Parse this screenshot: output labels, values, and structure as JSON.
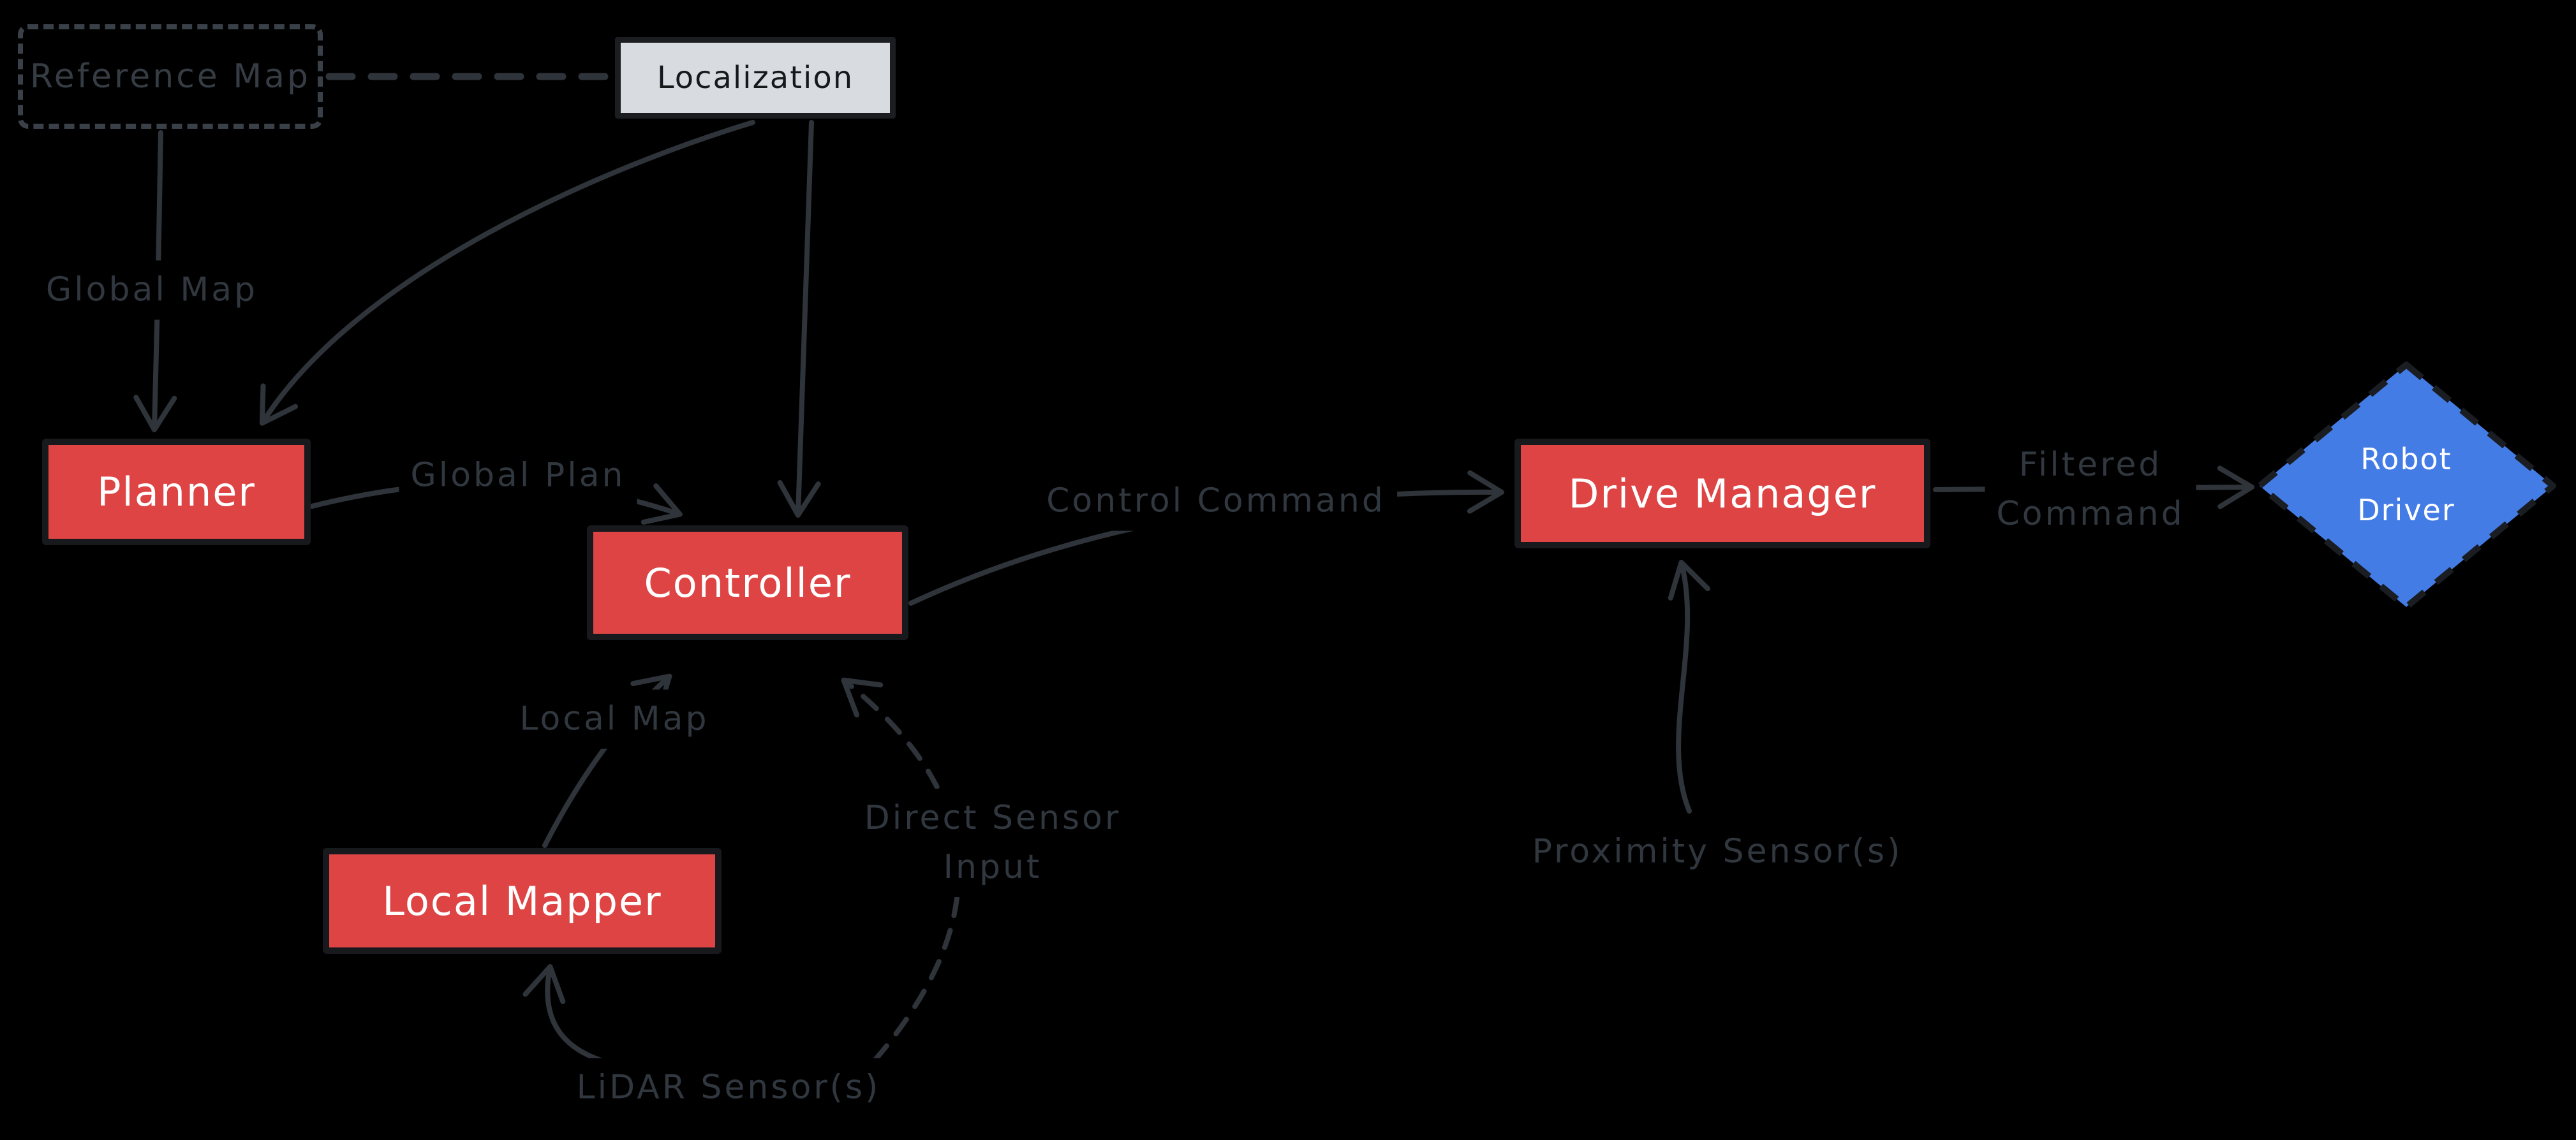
{
  "diagram": {
    "type": "flowchart",
    "theme": {
      "background": "#000000",
      "connector_color": "#2f343a",
      "edge_label_color": "#31373e",
      "node_red_fill": "#de4444",
      "node_red_text": "#ffffff",
      "node_light_fill": "#d8dce1",
      "node_light_text": "#17181a",
      "node_blue_fill": "#447ce6",
      "node_border_color": "#17191c",
      "ghost_node_color": "#3a4047"
    },
    "nodes": {
      "reference_map": {
        "label": "Reference Map",
        "shape": "rectangle",
        "style": "dashed-outline"
      },
      "localization": {
        "label": "Localization",
        "shape": "rectangle",
        "style": "light-solid"
      },
      "planner": {
        "label": "Planner",
        "shape": "rectangle",
        "style": "red-solid"
      },
      "controller": {
        "label": "Controller",
        "shape": "rectangle",
        "style": "red-solid"
      },
      "local_mapper": {
        "label": "Local Mapper",
        "shape": "rectangle",
        "style": "red-solid"
      },
      "drive_manager": {
        "label": "Drive Manager",
        "shape": "rectangle",
        "style": "red-solid"
      },
      "robot_driver": {
        "lines": [
          "Robot",
          "Driver"
        ],
        "shape": "diamond",
        "style": "blue-dashed-outline"
      }
    },
    "sensors": {
      "lidar": {
        "label": "LiDAR Sensor(s)"
      },
      "proximity": {
        "label": "Proximity Sensor(s)"
      }
    },
    "edges": {
      "reference_to_localization": {
        "from": "reference_map",
        "to": "localization",
        "style": "dashed",
        "label": ""
      },
      "global_map": {
        "from": "reference_map",
        "to": "planner",
        "style": "solid",
        "label": "Global Map"
      },
      "loc_to_planner": {
        "from": "localization",
        "to": "planner",
        "style": "solid",
        "label": ""
      },
      "loc_to_controller": {
        "from": "localization",
        "to": "controller",
        "style": "solid",
        "label": ""
      },
      "global_plan": {
        "from": "planner",
        "to": "controller",
        "style": "solid",
        "label": "Global Plan"
      },
      "control_command": {
        "from": "controller",
        "to": "drive_manager",
        "style": "solid",
        "label": "Control Command"
      },
      "filtered_command": {
        "from": "drive_manager",
        "to": "robot_driver",
        "style": "solid",
        "lines": [
          "Filtered",
          "Command"
        ]
      },
      "local_map": {
        "from": "local_mapper",
        "to": "controller",
        "style": "solid",
        "label": "Local Map"
      },
      "lidar_to_mapper": {
        "from": "lidar",
        "to": "local_mapper",
        "style": "solid",
        "label": ""
      },
      "direct_sensor_input": {
        "from": "lidar",
        "to": "controller",
        "style": "dashed",
        "lines": [
          "Direct Sensor",
          "Input"
        ]
      },
      "proximity_to_drive": {
        "from": "proximity",
        "to": "drive_manager",
        "style": "solid",
        "label": ""
      }
    }
  }
}
